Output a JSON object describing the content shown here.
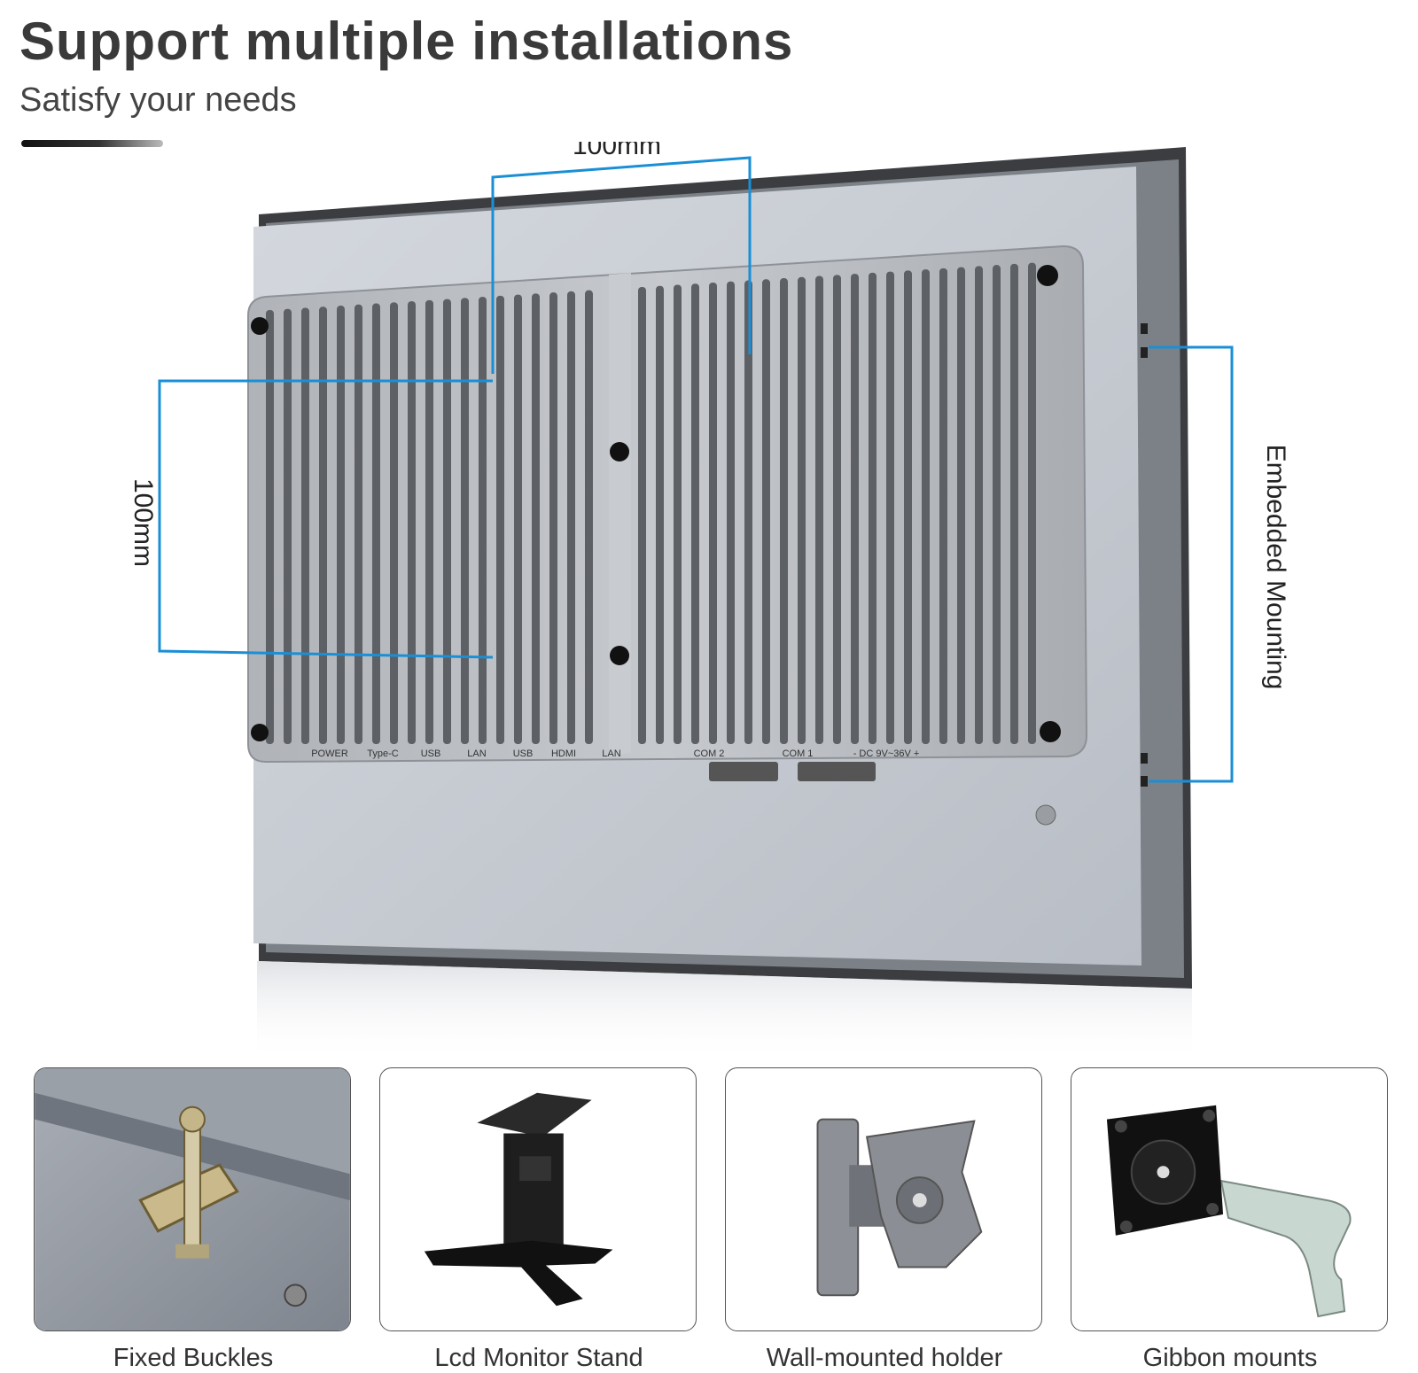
{
  "header": {
    "title": "Support multiple installations",
    "subtitle": "Satisfy your needs"
  },
  "dimensions": {
    "horizontal": "100mm",
    "vertical": "100mm"
  },
  "embedded_label": "Embedded Mounting",
  "ports": [
    "POWER",
    "Type-C",
    "USB",
    "LAN",
    "USB",
    "HDMI",
    "LAN",
    "COM 2",
    "COM 1",
    "- DC 9V~36V +"
  ],
  "mounts": [
    {
      "label": "Fixed Buckles",
      "icon": "buckle-icon"
    },
    {
      "label": "Lcd Monitor Stand",
      "icon": "stand-icon"
    },
    {
      "label": "Wall-mounted holder",
      "icon": "wall-holder-icon"
    },
    {
      "label": "Gibbon mounts",
      "icon": "gibbon-arm-icon"
    }
  ],
  "colors": {
    "dimension_line": "#1a8fd6",
    "panel": "#c9cdd3",
    "heatsink": "#9a9da2"
  }
}
